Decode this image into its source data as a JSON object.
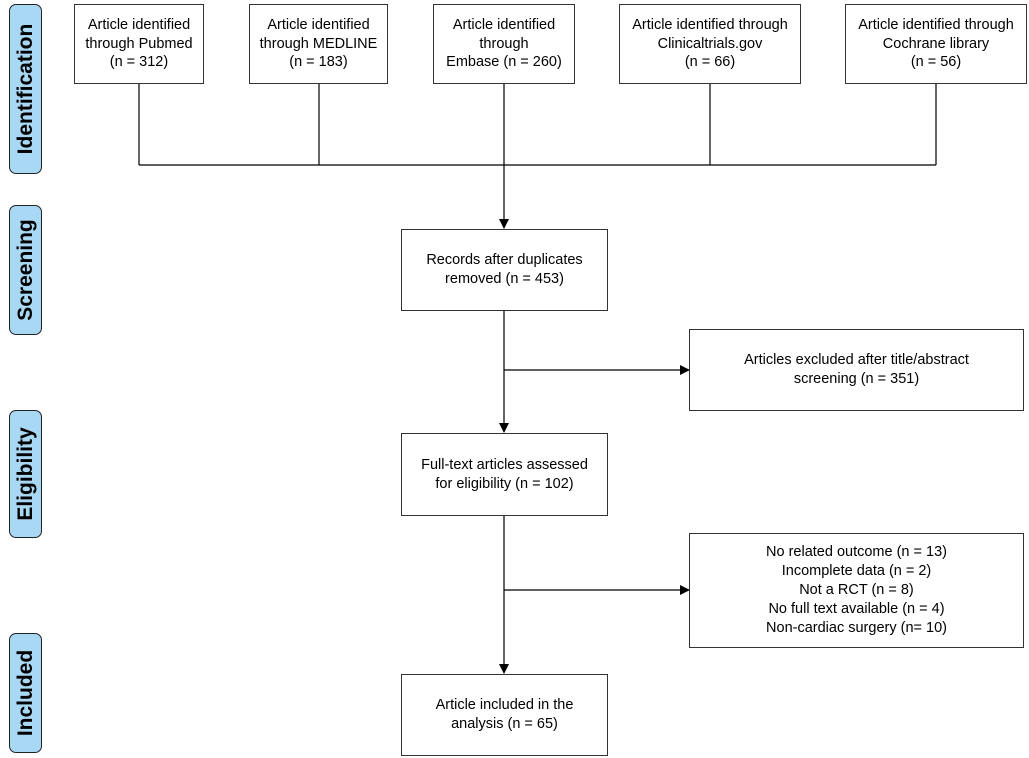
{
  "stages": [
    {
      "id": "identification",
      "label": "Identification"
    },
    {
      "id": "screening",
      "label": "Screening"
    },
    {
      "id": "eligibility",
      "label": "Eligibility"
    },
    {
      "id": "included",
      "label": "Included"
    }
  ],
  "sources": [
    {
      "lines": [
        "Article identified",
        "through Pubmed",
        "(n = 312)"
      ]
    },
    {
      "lines": [
        "Article identified",
        "through MEDLINE",
        "(n = 183)"
      ]
    },
    {
      "lines": [
        "Article identified",
        "through",
        "Embase (n = 260)"
      ]
    },
    {
      "lines": [
        "Article identified through",
        "Clinicaltrials.gov",
        "(n = 66)"
      ]
    },
    {
      "lines": [
        "Article identified through",
        "Cochrane library",
        "(n = 56)"
      ]
    }
  ],
  "records_after_duplicates": {
    "lines": [
      "Records after duplicates",
      "removed (n = 453)"
    ]
  },
  "excluded_title_abstract": {
    "lines": [
      "Articles excluded after title/abstract",
      "screening (n = 351)"
    ]
  },
  "fulltext_assessed": {
    "lines": [
      "Full-text articles assessed",
      "for eligibility (n = 102)"
    ]
  },
  "excluded_fulltext": {
    "lines": [
      "No related outcome (n = 13)",
      "Incomplete data (n = 2)",
      "Not a RCT (n = 8)",
      "No full text available (n = 4)",
      "Non-cardiac surgery (n= 10)"
    ]
  },
  "included_analysis": {
    "lines": [
      "Article included in the",
      "analysis (n = 65)"
    ]
  }
}
